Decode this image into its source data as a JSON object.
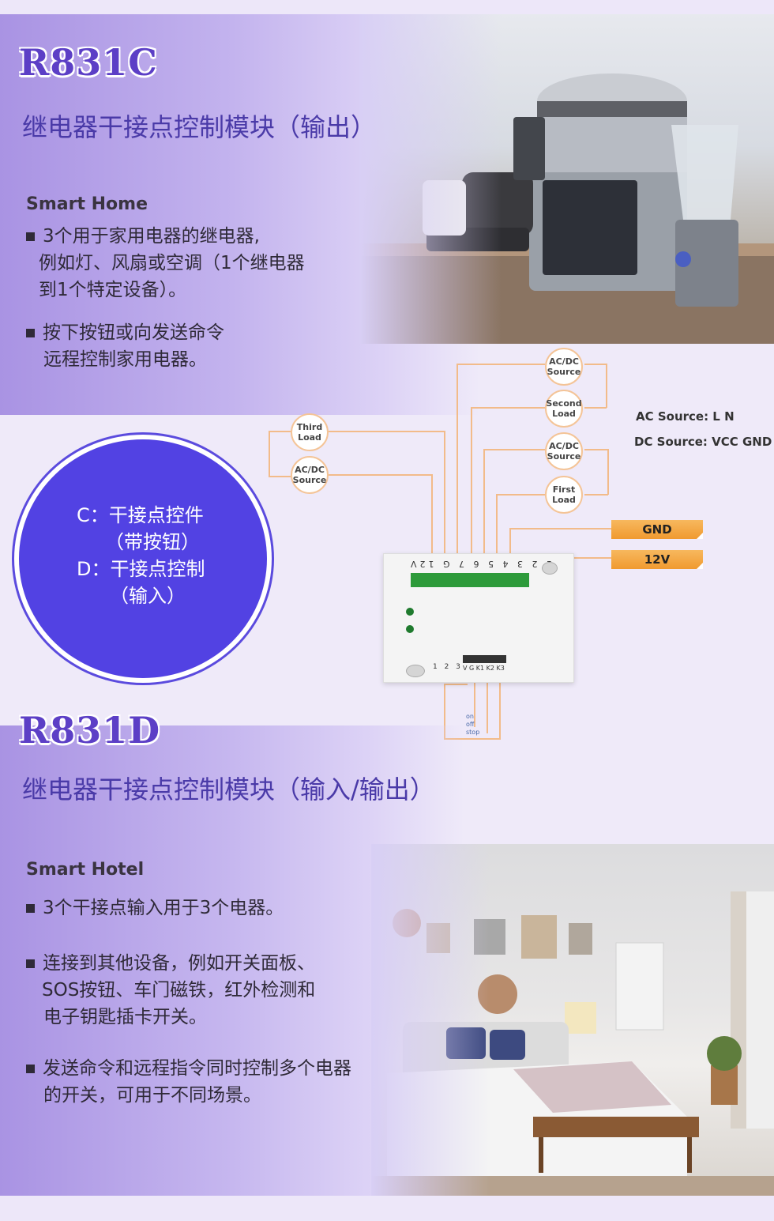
{
  "section1": {
    "model": "R831C",
    "subtitle": "继电器干接点控制模块（输出）",
    "category": "Smart Home",
    "bullets": [
      [
        "3个用于家用电器的继电器,",
        "例如灯、风扇或空调（1个继电器",
        "到1个特定设备）。"
      ],
      [
        "按下按钮或向发送命令",
        "远程控制家用电器。"
      ]
    ]
  },
  "circle": {
    "line1": "C：干接点控件",
    "line2": "（带按钮）",
    "line3": "D：干接点控制",
    "line4": "（输入）"
  },
  "wiring": {
    "ac_source": "AC Source: L N",
    "dc_source": "DC Source: VCC GND",
    "bubbles": {
      "acdc_source_1": [
        "AC/DC",
        "Source"
      ],
      "second_load": [
        "Second",
        "Load"
      ],
      "acdc_source_2": [
        "AC/DC",
        "Source"
      ],
      "first_load": [
        "First",
        "Load"
      ],
      "third_load": [
        "Third",
        "Load"
      ],
      "acdc_source_3": [
        "AC/DC",
        "Source"
      ]
    },
    "gnd": "GND",
    "v12": "12V",
    "top_terminals": "1 2 3 4 5 6 7 G 12V",
    "bottom_terminals_left": "1 2 3",
    "bottom_terminals_right": "V G K1 K2 K3",
    "switch_labels": [
      "on",
      "off",
      "stop"
    ]
  },
  "section2": {
    "model": "R831D",
    "subtitle": "继电器干接点控制模块（输入/输出）",
    "category": "Smart Hotel",
    "bullets": [
      [
        "3个干接点输入用于3个电器。"
      ],
      [
        "连接到其他设备，例如开关面板、",
        "SOS按钮、车门磁铁，红外检测和",
        "电子钥匙插卡开关。"
      ],
      [
        "发送命令和远程指令同时控制多个电器",
        "的开关，可用于不同场景。"
      ]
    ]
  },
  "colors": {
    "accent": "#5242e3",
    "model": "#5c3fc6",
    "tag": "#f09a30",
    "wire": "#f2bb8a"
  }
}
